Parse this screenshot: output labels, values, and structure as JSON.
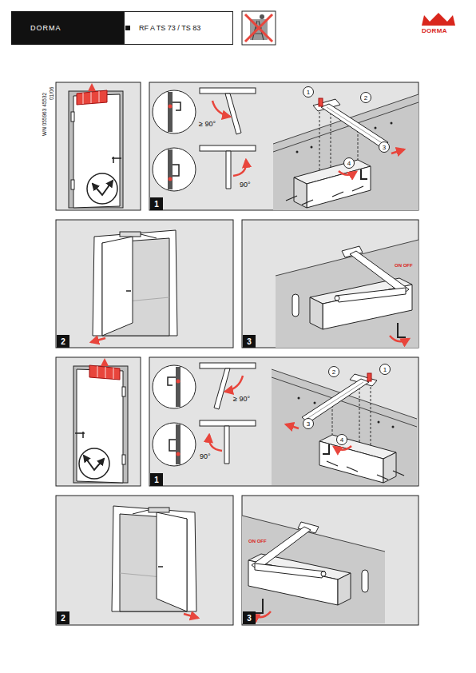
{
  "diagram": {
    "nodes": [
      {
        "text": [
          "DORMA"
        ]
      },
      {
        "text": [
          "RF A TS 73 / TS 83"
        ]
      },
      {
        "text": [
          "1"
        ]
      },
      {
        "text": [
          "2"
        ]
      },
      {
        "text": [
          "3"
        ]
      },
      {
        "text": [
          "1"
        ]
      },
      {
        "text": [
          "2"
        ]
      },
      {
        "text": [
          "3"
        ]
      },
      {
        "text": [
          "1"
        ]
      },
      {
        "text": [
          "2"
        ]
      },
      {
        "text": [
          "3"
        ]
      },
      {
        "text": [
          "4"
        ]
      },
      {
        "text": [
          "2"
        ]
      },
      {
        "text": [
          "1"
        ]
      },
      {
        "text": [
          "3"
        ]
      },
      {
        "text": [
          "4"
        ]
      }
    ],
    "labels": [
      "DORMA",
      "WN 055963 45532",
      "01/06",
      "≥ 90°",
      "90°",
      "ON OFF",
      "≥ 90°",
      "90°",
      "ON OFF"
    ]
  }
}
